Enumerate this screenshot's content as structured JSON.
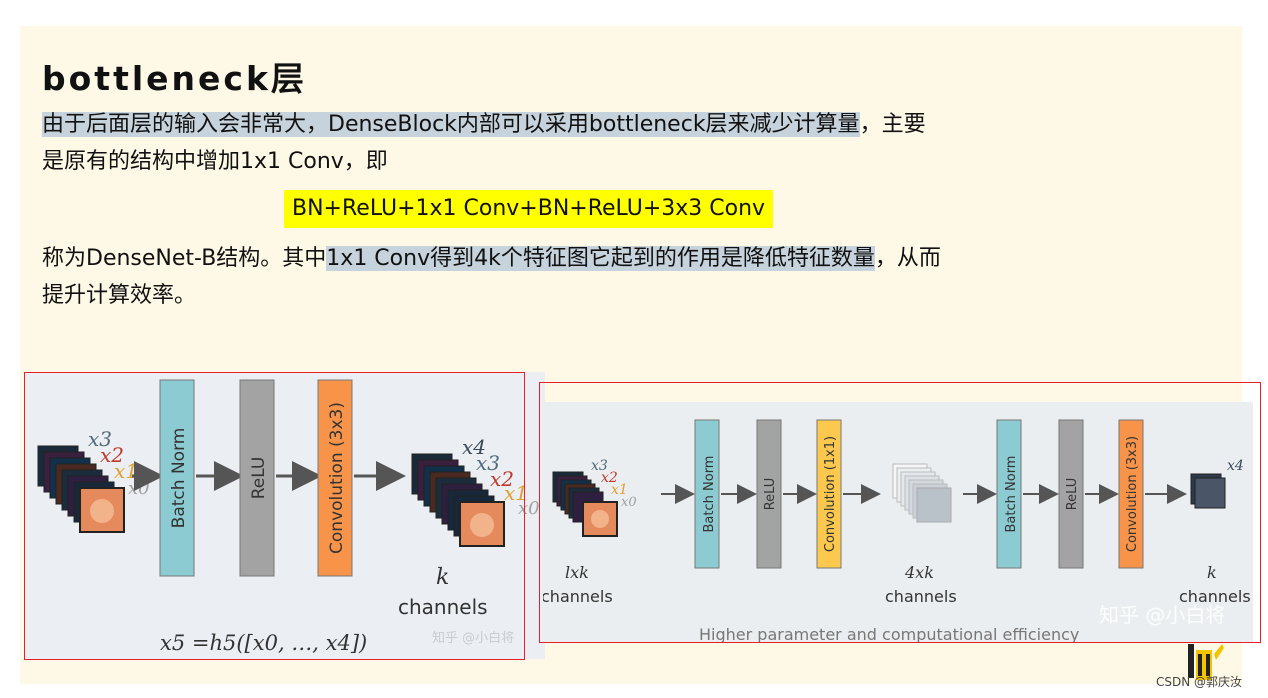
{
  "title": "bottleneck层",
  "para1": {
    "highlighted": "由于后面层的输入会非常大，DenseBlock内部可以采用bottleneck层来减少计算量",
    "rest": "，主要",
    "line2": "是原有的结构中增加1x1 Conv，即"
  },
  "formula": "BN+ReLU+1x1 Conv+BN+ReLU+3x3 Conv",
  "para2": {
    "pre": "称为DenseNet-B结构。其中",
    "highlighted": "1x1 Conv得到4k个特征图它起到的作用是降低特征数量",
    "post": "，从而",
    "line2": "提升计算效率。"
  },
  "left_diagram": {
    "stack_labels": [
      "x3",
      "x2",
      "x1",
      "x0"
    ],
    "blocks": [
      "Batch Norm",
      "ReLU",
      "Convolution (3x3)"
    ],
    "out_stack_labels": [
      "x4",
      "x3",
      "x2",
      "x1",
      "x0"
    ],
    "k_label": "k",
    "channels_label": "channels",
    "equation": "x5 =h5([x0, …, x4])",
    "watermark": "知乎 @小白将"
  },
  "right_diagram": {
    "stack_labels": [
      "x3",
      "x2",
      "x1",
      "x0"
    ],
    "in_label": "lxk",
    "in_channels": "channels",
    "blocks_a": [
      "Batch Norm",
      "ReLU",
      "Convolution (1x1)"
    ],
    "mid_label": "4xk",
    "mid_channels": "channels",
    "blocks_b": [
      "Batch Norm",
      "ReLU",
      "Convolution (3x3)"
    ],
    "out_label": "x4",
    "k_label": "k",
    "channels_label": "channels",
    "caption": "Higher parameter and computational efficiency",
    "watermark": "知乎 @小白将"
  },
  "colors": {
    "bn": "#8ccbd2",
    "relu": "#a3a3a3",
    "conv3": "#f7944a",
    "conv1": "#fcc94e",
    "frame": "#e6202a",
    "formula_bg": "#ffff00",
    "highlight": "#c7d3dc"
  },
  "footer": "CSDN @郭庆汝"
}
